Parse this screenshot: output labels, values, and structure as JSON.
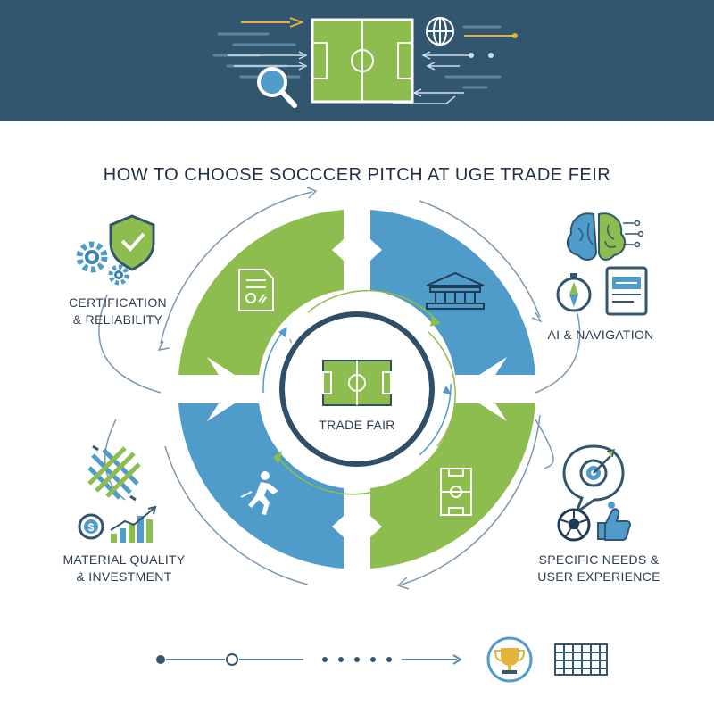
{
  "title": "HOW TO CHOOSE SOCCCER PITCH AT UGE TRADE FEIR",
  "center": {
    "label": "TRADE FAIR",
    "icon": "soccer-field-icon"
  },
  "segments": [
    {
      "label_line1": "CERTIFICATION",
      "label_line2": "& RELIABILITY",
      "icons": [
        "gear-icon",
        "shield-check-icon",
        "certificate-document-icon"
      ],
      "color": "#8dbd4f"
    },
    {
      "label_line1": "AI & NAVIGATION",
      "label_line2": "",
      "icons": [
        "brain-circuit-icon",
        "compass-icon",
        "tablet-icon",
        "building-icon"
      ],
      "color": "#4f9bc9"
    },
    {
      "label_line1": "SPECIFIC NEEDS &",
      "label_line2": "USER EXPERIENCE",
      "icons": [
        "target-bubble-icon",
        "soccer-ball-icon",
        "thumbs-up-icon",
        "soccer-field-icon"
      ],
      "color": "#8dbd4f"
    },
    {
      "label_line1": "MATERIAL QUALITY",
      "label_line2": "& INVESTMENT",
      "icons": [
        "turf-weave-icon",
        "dollar-coin-icon",
        "growth-chart-icon",
        "runner-icon"
      ],
      "color": "#4f9bc9"
    }
  ],
  "colors": {
    "banner": "#33566f",
    "green": "#8dbd4f",
    "blue": "#4f9bc9",
    "ring": "#2f4e67",
    "accent": "#e4b33a"
  },
  "footer": {
    "icons": [
      "trophy-icon",
      "soccer-goal-icon"
    ]
  }
}
